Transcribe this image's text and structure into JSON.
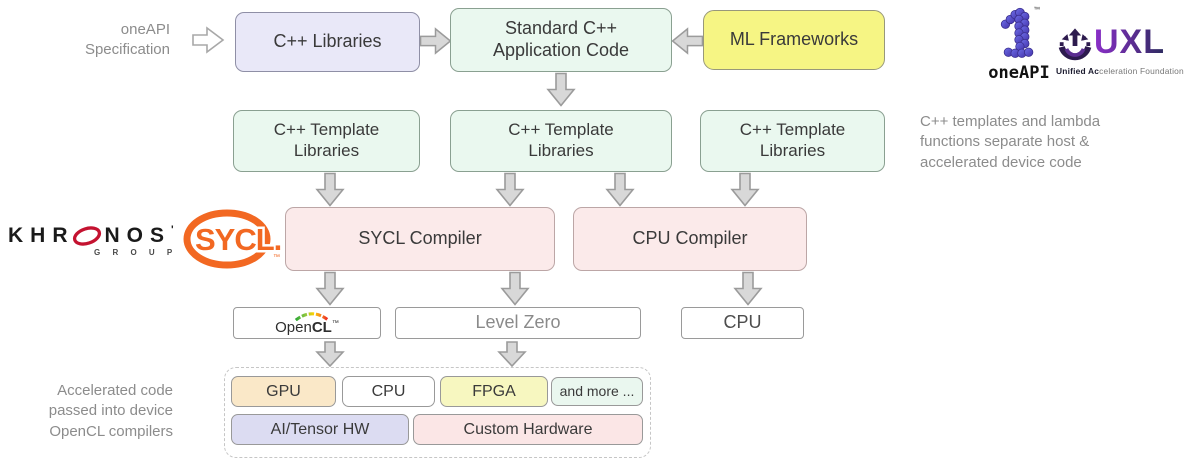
{
  "notes": {
    "spec": "oneAPI Specification",
    "templates": "C++ templates and lambda functions separate host & accelerated device code",
    "accelerated": "Accelerated code passed into device OpenCL compilers"
  },
  "flow": {
    "cpp_libraries": "C++ Libraries",
    "app_code": "Standard C++ Application Code",
    "ml_frameworks": "ML Frameworks",
    "template_libraries": [
      "C++ Template Libraries",
      "C++ Template Libraries",
      "C++ Template Libraries"
    ],
    "sycl_compiler": "SYCL Compiler",
    "cpu_compiler": "CPU Compiler"
  },
  "backends": {
    "opencl_open": "Open",
    "opencl_cl": "CL",
    "opencl_tm": "™",
    "level_zero": "Level Zero",
    "cpu": "CPU"
  },
  "hardware": {
    "gpu": "GPU",
    "cpu": "CPU",
    "fpga": "FPGA",
    "more": "and more ...",
    "ai_tensor": "AI/Tensor HW",
    "custom": "Custom Hardware"
  },
  "logos": {
    "khronos_khr": "KHR",
    "khronos_nos": "NOS",
    "khronos_tick": "'",
    "khronos_group": "G R O U P",
    "sycl_text": "SYCL.",
    "sycl_tm": "™",
    "oneapi_text": "oneAPI",
    "oneapi_tm": "™",
    "uxl_text": "UXL",
    "uxl_sub_bold": "Unified Ac",
    "uxl_sub_rest": "celeration Foundation"
  },
  "colors": {
    "box_lavender": "#E9E8F8",
    "box_green": "#EAF8EF",
    "box_yellow": "#F6F584",
    "box_pink": "#FBEAEA",
    "hw_peach": "#FAE8C8",
    "hw_paleyellow": "#F7F7C0",
    "hw_mint": "#EAF7EF",
    "hw_lavender": "#DCDCF2",
    "hw_pink": "#FBE6E6",
    "arrow_fill": "#D8D8D8",
    "arrow_stroke": "#9B9B9B",
    "sycl_orange": "#F26822",
    "khronos_red": "#C41230",
    "note_gray": "#8C8C8C"
  }
}
